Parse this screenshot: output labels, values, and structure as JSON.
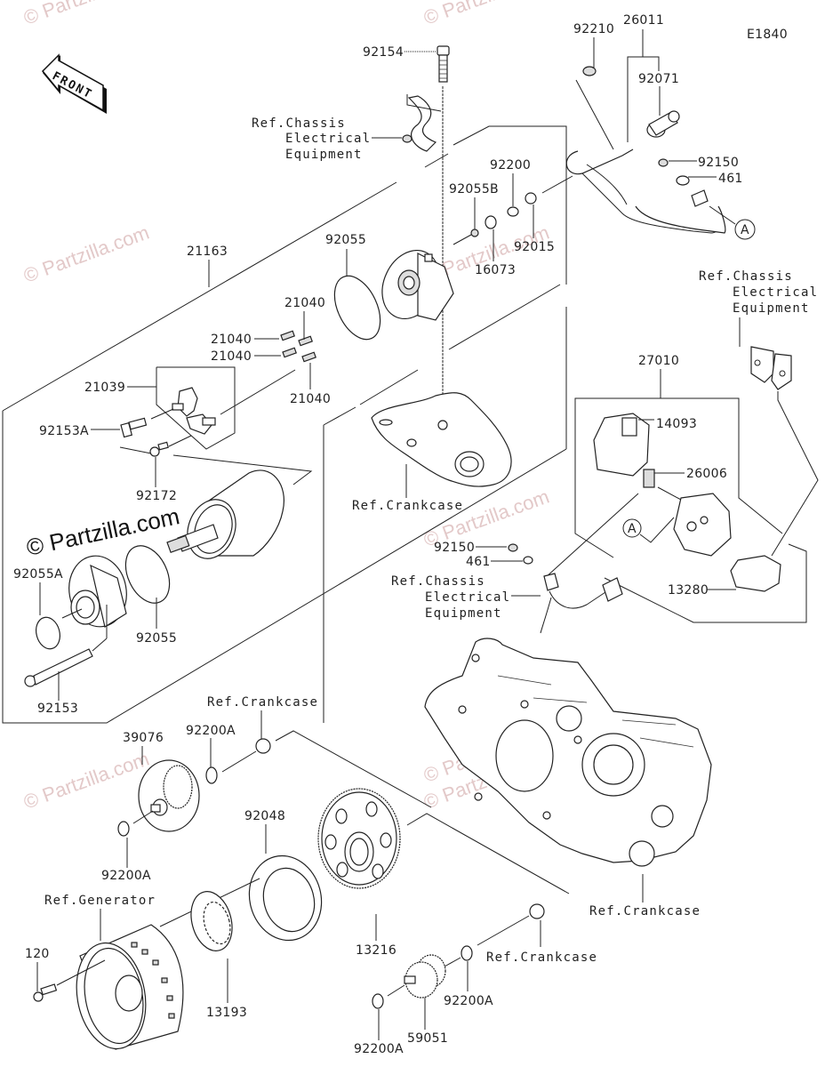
{
  "diagram": {
    "code": "E1840",
    "front_indicator": "FRONT",
    "watermarks": [
      "© Partzilla.com",
      "© Partzilla.com",
      "© Partzilla.com",
      "© Partzilla.com",
      "© Partzilla.com",
      "© Partzilla.com",
      "© Partzilla.com",
      "© Partzilla.com"
    ],
    "watermark_main": "© Partzilla.com",
    "callout_A": "A",
    "parts": {
      "p92154": "92154",
      "p92210": "92210",
      "p26011": "26011",
      "p92071": "92071",
      "p92150_top": "92150",
      "p461_top": "461",
      "p92200": "92200",
      "p92055B": "92055B",
      "p92015": "92015",
      "p16073": "16073",
      "p21163": "21163",
      "p92055_top": "92055",
      "p21040_a": "21040",
      "p21040_b": "21040",
      "p21040_c": "21040",
      "p21040_d": "21040",
      "p21039": "21039",
      "p92153A": "92153A",
      "p92172": "92172",
      "p92055A": "92055A",
      "p92055_bottom": "92055",
      "p92153": "92153",
      "p27010": "27010",
      "p14093": "14093",
      "p26006": "26006",
      "p13280": "13280",
      "p92150_mid": "92150",
      "p461_mid": "461",
      "p39076": "39076",
      "p92200A_a": "92200A",
      "p92200A_b": "92200A",
      "p92048": "92048",
      "p13216": "13216",
      "p120": "120",
      "p13193": "13193",
      "p92200A_c": "92200A",
      "p92200A_d": "92200A",
      "p59051": "59051"
    },
    "refs": {
      "chassis_top": [
        "Ref.Chassis",
        "Electrical",
        "Equipment"
      ],
      "chassis_right": [
        "Ref.Chassis",
        "Electrical",
        "Equipment"
      ],
      "chassis_mid": [
        "Ref.Chassis",
        "Electrical",
        "Equipment"
      ],
      "crankcase_upper": "Ref.Crankcase",
      "crankcase_mid": "Ref.Crankcase",
      "crankcase_right": "Ref.Crankcase",
      "crankcase_bottom": "Ref.Crankcase",
      "generator": "Ref.Generator"
    }
  }
}
